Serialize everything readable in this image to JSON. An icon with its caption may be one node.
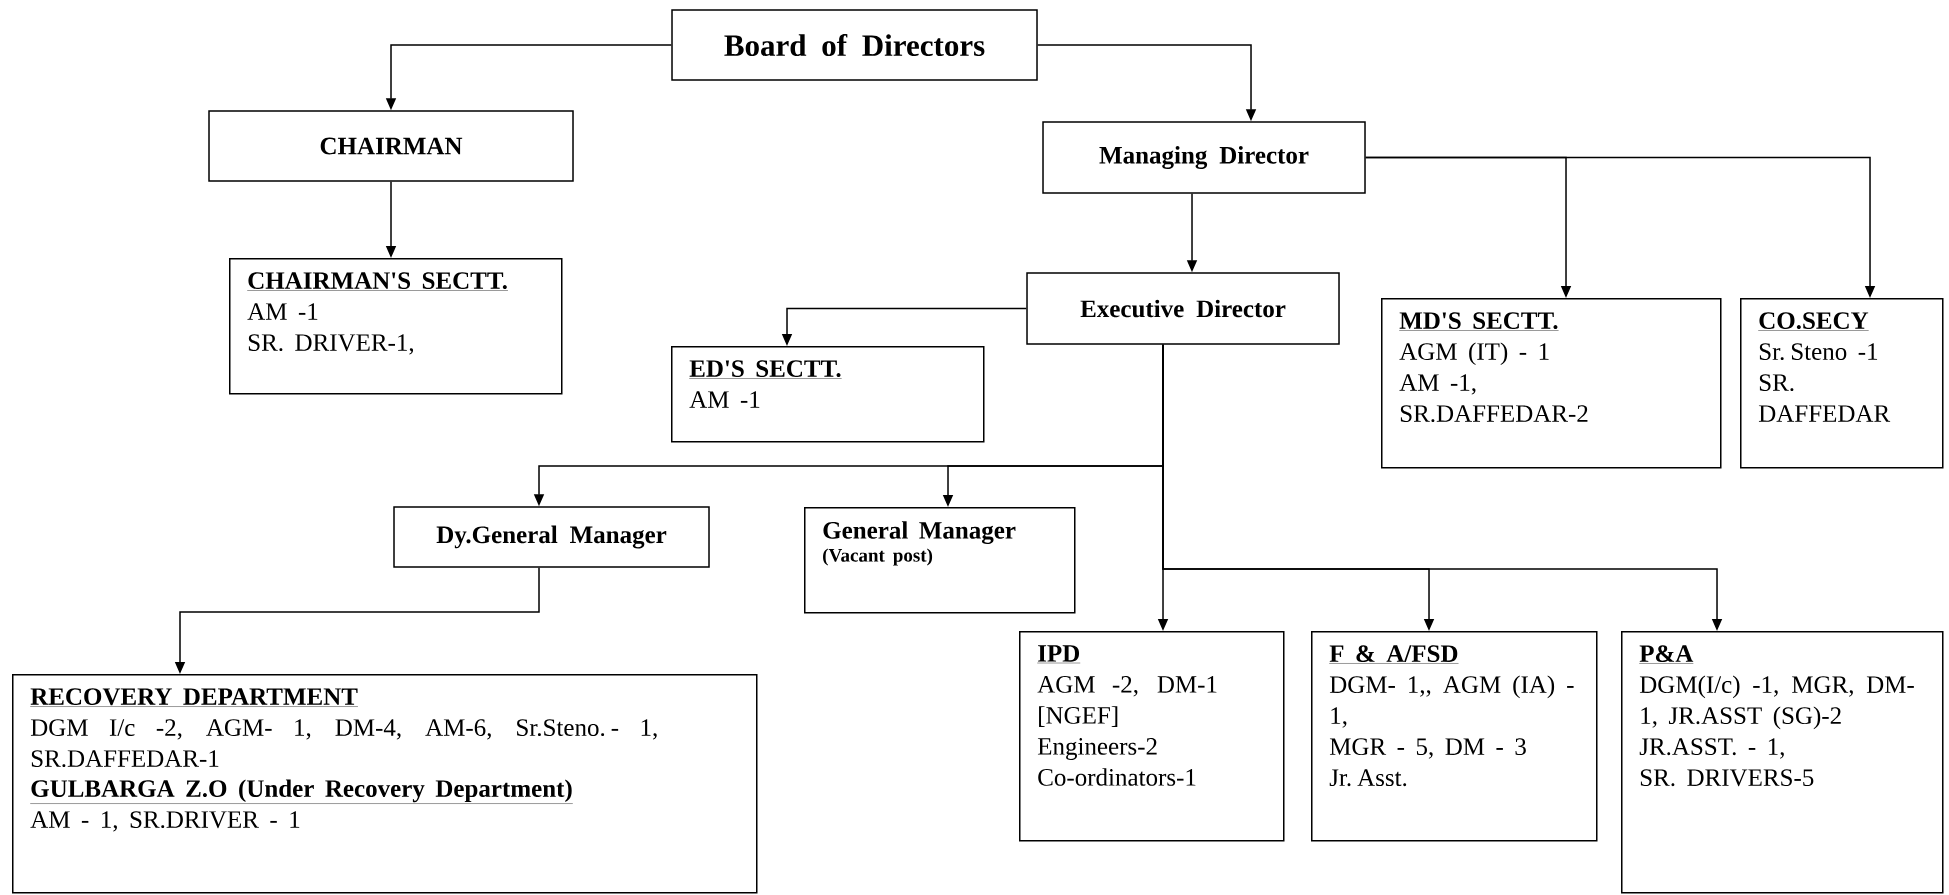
{
  "diagram": {
    "nodes": [
      {
        "text": [
          "Board of Directors"
        ]
      },
      {
        "text": [
          "CHAIRMAN"
        ]
      },
      {
        "text": [
          "Managing Director"
        ]
      },
      {
        "text": [
          "CHAIRMAN'S SECTT.",
          "AM -1",
          "SR. DRIVER-1,"
        ]
      },
      {
        "text": [
          "Executive Director"
        ]
      },
      {
        "text": [
          "ED'S SECTT.",
          "AM -1"
        ]
      },
      {
        "text": [
          "MD'S SECTT.",
          "AGM (IT) - 1",
          "AM -1,",
          "SR.DAFFEDAR-2"
        ]
      },
      {
        "text": [
          "CO.SECY",
          "Sr. Steno -1",
          "SR. DAFFEDAR"
        ]
      },
      {
        "text": [
          "Dy.General Manager"
        ]
      },
      {
        "text": [
          "General Manager",
          "(Vacant post)"
        ]
      },
      {
        "text": [
          "RECOVERY DEPARTMENT",
          "DGM I/c -2, AGM- 1, DM-4, AM-6, Sr.Steno. - 1, SR.DAFFEDAR-1",
          "GULBARGA Z.O (Under Recovery Department)",
          "AM - 1, SR.DRIVER - 1"
        ]
      },
      {
        "text": [
          "IPD",
          "AGM -2, DM-1 [NGEF]",
          "Engineers-2",
          "Co-ordinators-1"
        ]
      },
      {
        "text": [
          "F & A/FSD",
          "DGM- 1,, AGM (IA) -1,",
          "MGR - 5, DM - 3",
          "Jr. Asst."
        ]
      },
      {
        "text": [
          "P&A",
          "DGM(I/c) -1, MGR, DM-1, JR.ASST (SG)-2",
          "JR.ASST. - 1,",
          "SR. DRIVERS-5"
        ]
      }
    ],
    "edges": [
      {
        "from": 0,
        "to": 1,
        "arrow": "to"
      },
      {
        "from": 0,
        "to": 2,
        "arrow": "to"
      },
      {
        "from": 1,
        "to": 3,
        "arrow": "to"
      },
      {
        "from": 2,
        "to": 4,
        "arrow": "to"
      },
      {
        "from": 2,
        "to": 6,
        "arrow": "to"
      },
      {
        "from": 2,
        "to": 7,
        "arrow": "to"
      },
      {
        "from": 4,
        "to": 5,
        "arrow": "to"
      },
      {
        "from": 4,
        "to": 8,
        "arrow": "to"
      },
      {
        "from": 4,
        "to": 9,
        "arrow": "to"
      },
      {
        "from": 4,
        "to": 11,
        "arrow": "to"
      },
      {
        "from": 4,
        "to": 12,
        "arrow": "to"
      },
      {
        "from": 4,
        "to": 13,
        "arrow": "to"
      },
      {
        "from": 8,
        "to": 10,
        "arrow": "to"
      }
    ]
  }
}
